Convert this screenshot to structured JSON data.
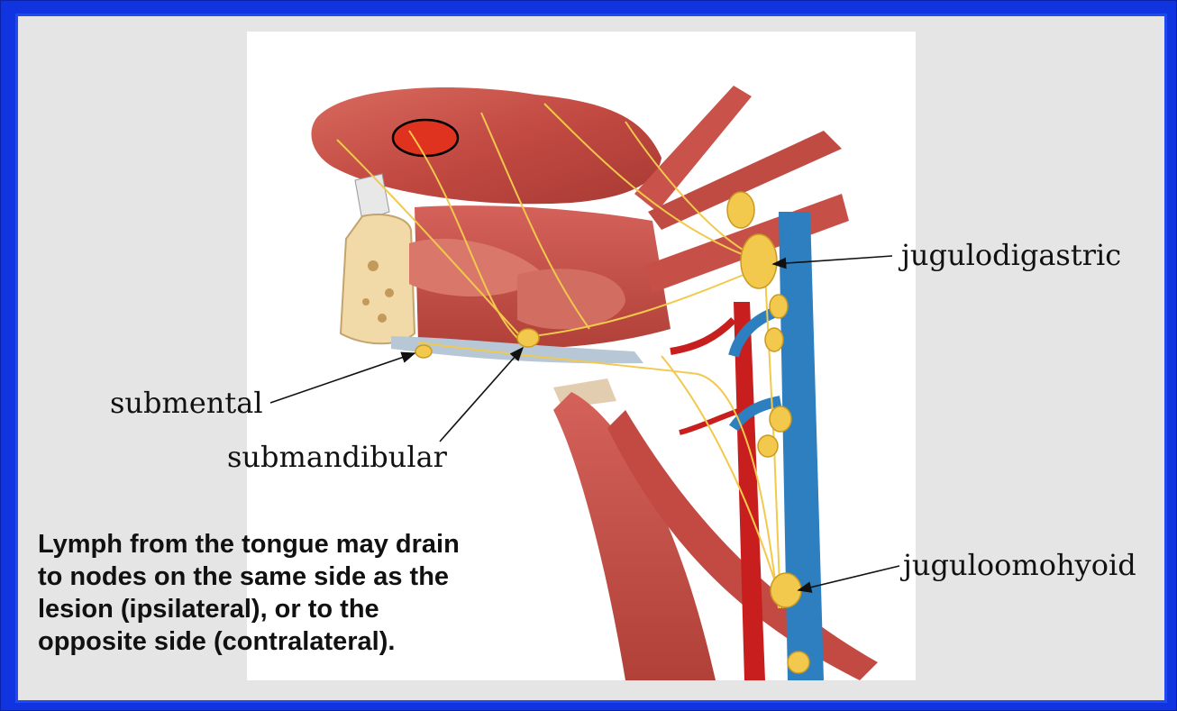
{
  "labels": {
    "submental": "submental",
    "submandibular": "submandibular",
    "jugulodigastric": "jugulodigastric",
    "juguloomohyoid": "juguloomohyoid"
  },
  "caption": {
    "line1": "Lymph from the tongue may drain",
    "line2": "to nodes on the same side as the",
    "line3": "lesion (ipsilateral), or to the",
    "line4": "opposite side (contralateral)."
  },
  "colors": {
    "frame": "#1035e0",
    "panel": "#e5e5e5",
    "muscle": "#c9534a",
    "lymph": "#f2c94c",
    "vein": "#2d7fc0",
    "artery": "#c81e1e",
    "bone": "#f1d9a8"
  }
}
